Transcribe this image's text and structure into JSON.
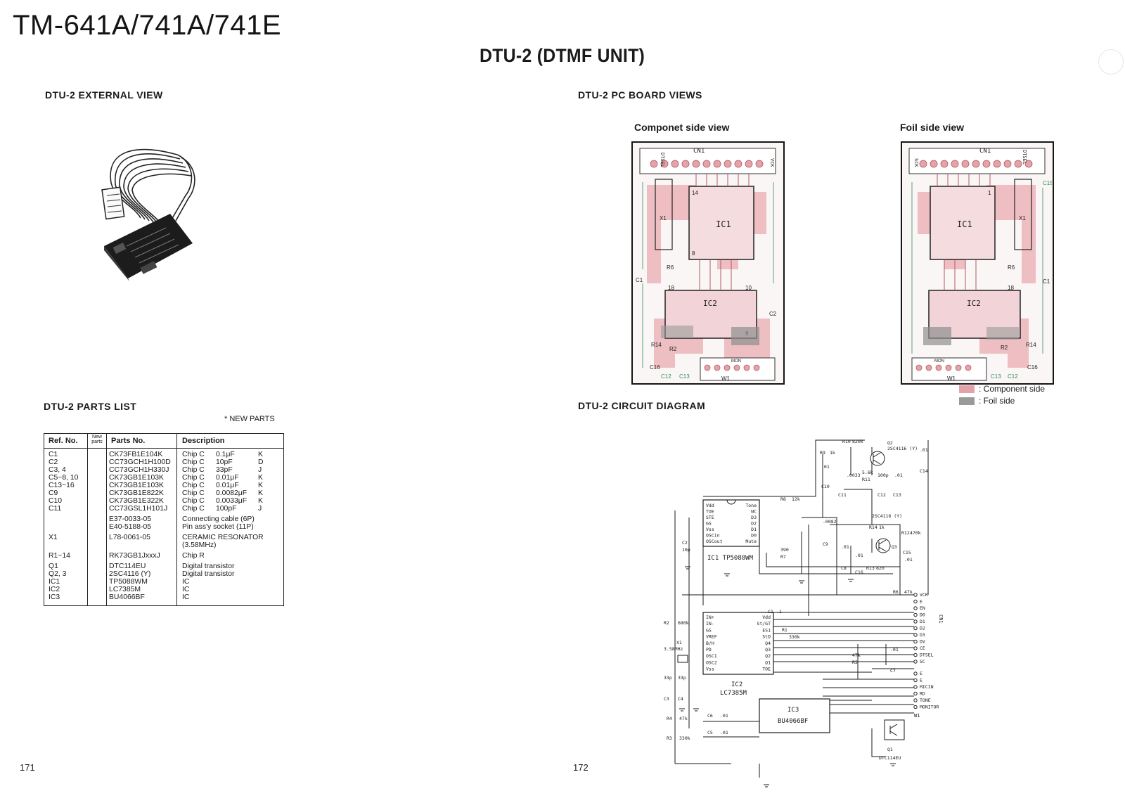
{
  "header": {
    "model": "TM-641A/741A/741E",
    "unit_title": "DTU-2 (DTMF UNIT)"
  },
  "left_page": {
    "external_view_title": "DTU-2 EXTERNAL VIEW",
    "parts_list_title": "DTU-2 PARTS LIST",
    "new_parts_note": "* NEW PARTS",
    "page_number": "171",
    "table": {
      "headers": [
        "Ref. No.",
        "New parts",
        "Parts No.",
        "Description"
      ],
      "rows": [
        {
          "ref": "C1",
          "part": "CK73FB1E104K",
          "desc": "Chip C",
          "val": "0.1μF",
          "tol": "K"
        },
        {
          "ref": "C2",
          "part": "CC73GCH1H100D",
          "desc": "Chip C",
          "val": "10pF",
          "tol": "D"
        },
        {
          "ref": "C3, 4",
          "part": "CC73GCH1H330J",
          "desc": "Chip C",
          "val": "33pF",
          "tol": "J"
        },
        {
          "ref": "C5~8, 10",
          "part": "CK73GB1E103K",
          "desc": "Chip C",
          "val": "0.01μF",
          "tol": "K"
        },
        {
          "ref": "C13~16",
          "part": "CK73GB1E103K",
          "desc": "Chip C",
          "val": "0.01μF",
          "tol": "K"
        },
        {
          "ref": "C9",
          "part": "CK73GB1E822K",
          "desc": "Chip C",
          "val": "0.0082μF",
          "tol": "K"
        },
        {
          "ref": "C10",
          "part": "CK73GB1E322K",
          "desc": "Chip C",
          "val": "0.0033μF",
          "tol": "K"
        },
        {
          "ref": "C11",
          "part": "CC73GSL1H101J",
          "desc": "Chip C",
          "val": "100pF",
          "tol": "J"
        },
        {
          "ref": "",
          "part": "E37-0033-05",
          "desc": "Connecting cable (6P)",
          "val": "",
          "tol": ""
        },
        {
          "ref": "",
          "part": "E40-5188-05",
          "desc": "Pin ass'y socket (11P)",
          "val": "",
          "tol": ""
        },
        {
          "ref": "X1",
          "part": "L78-0061-05",
          "desc": "CERAMIC RESONATOR",
          "val": "",
          "tol": ""
        },
        {
          "ref": "",
          "part": "",
          "desc": "(3.58MHz)",
          "val": "",
          "tol": ""
        },
        {
          "ref": "R1~14",
          "part": "RK73GB1JxxxJ",
          "desc": "Chip R",
          "val": "",
          "tol": ""
        },
        {
          "ref": "Q1",
          "part": "DTC114EU",
          "desc": "Digital transistor",
          "val": "",
          "tol": ""
        },
        {
          "ref": "Q2, 3",
          "part": "2SC4116 (Y)",
          "desc": "Digital transistor",
          "val": "",
          "tol": ""
        },
        {
          "ref": "IC1",
          "part": "TP5088WM",
          "desc": "IC",
          "val": "",
          "tol": ""
        },
        {
          "ref": "IC2",
          "part": "LC7385M",
          "desc": "IC",
          "val": "",
          "tol": ""
        },
        {
          "ref": "IC3",
          "part": "BU4066BF",
          "desc": "IC",
          "val": "",
          "tol": ""
        }
      ]
    }
  },
  "right_page": {
    "pc_board_title": "DTU-2 PC BOARD VIEWS",
    "component_side_title": "Componet side view",
    "foil_side_title": "Foil side view",
    "legend": [
      {
        "label": ": Component side",
        "color": "#e2a2a8"
      },
      {
        "label": ": Foil side",
        "color": "#9a9a9a"
      }
    ],
    "circuit_title": "DTU-2 CIRCUIT DIAGRAM",
    "page_number": "172",
    "board_labels": {
      "cn1": "CN1",
      "ic1": "IC1",
      "ic2": "IC2",
      "w1": "W1",
      "dtsel": "DTSEL",
      "vck": "VCK",
      "sck": "SCK",
      "x1": "X1",
      "r6": "R6",
      "r2": "R2",
      "r14": "R14",
      "c1": "C1",
      "c2": "C2",
      "c12": "C12",
      "c13": "C13",
      "c15": "C15",
      "c16": "C16",
      "mon": "MON",
      "pin1": "1",
      "pin18": "18",
      "pin14": "14",
      "pin8": "8",
      "pin10": "10",
      "pin9": "9"
    },
    "schematic": {
      "ic1_label": "IC1 TP5088WM",
      "ic2_label": "IC2",
      "ic2_part": "LC7385M",
      "ic3_label": "IC3",
      "ic3_part": "BU4066BF",
      "q1_label": "Q1",
      "q1_part": "DTC114EU",
      "q2_label": "Q2",
      "q2_part": "2SC4116 (Y)",
      "q3_label": "Q3",
      "q3_part": "2SC4116 (Y)",
      "x1_label": "X1",
      "x1_value": "3.58MHz",
      "ic1_pins_left": [
        "Vdd",
        "TOE",
        "STE",
        "GS",
        "Vss",
        "OSCin",
        "OSCout"
      ],
      "ic1_pins_right": [
        "Tone",
        "NC",
        "D3",
        "D2",
        "D1",
        "D0",
        "Mute"
      ],
      "ic2_pins_left": [
        "IN+",
        "IN-",
        "GS",
        "VREF",
        "B/H",
        "PD",
        "OSC1",
        "OSC2",
        "Vss"
      ],
      "ic2_pins_right": [
        "Vdd",
        "St/GT",
        "ES1",
        "StD",
        "Q4",
        "Q3",
        "Q2",
        "Q1",
        "TOE"
      ],
      "cn1_label": "CN1",
      "cn1_pins": [
        "VCK",
        "E",
        "EN",
        "D0",
        "D1",
        "D2",
        "D3",
        "DV",
        "CE",
        "DTSEL",
        "SC"
      ],
      "w1_label": "W1",
      "w1_pins": [
        "E",
        "E",
        "MICIN",
        "RD",
        "TONE",
        "MONITOR"
      ],
      "components": {
        "r1": "R1",
        "r1v": "330k",
        "r2": "R2",
        "r2v": "680k",
        "r3": "R3",
        "r3v": "330k",
        "r4": "R4",
        "r4v": "47k",
        "r5": "R5",
        "r5v": "47k",
        "r6": "R6",
        "r6v": "47k",
        "r7": "R7",
        "r7v": "390",
        "r8": "R8",
        "r8v": "12k",
        "r9": "R9",
        "r9v": "1k",
        "r10": "R10",
        "r10v": "820k",
        "r11": "R11",
        "r11v": "5.6k",
        "r12": "R12",
        "r12v": "470k",
        "r13": "R13",
        "r13v": "820",
        "r14": "R14",
        "r14v": "1k",
        "c1": "C1",
        "c1v": ".1",
        "c2": "C2",
        "c2v": "10p",
        "c3": "C3",
        "c3v": "33p",
        "c4": "C4",
        "c4v": "33p",
        "c5": "C5",
        "c5v": ".01",
        "c6": "C6",
        "c6v": ".01",
        "c7": "C7",
        "c7v": ".01",
        "c8": "C8",
        "c8v": ".01",
        "c9": "C9",
        "c9v": ".0082",
        "c10": "C10",
        "c10v": ".01",
        "c11": "C11",
        "c11v": ".0033",
        "c12": "C12",
        "c12v": "100p",
        "c13": "C13",
        "c13v": ".01",
        "c14": "C14",
        "c14v": ".01",
        "c15": "C15",
        "c15v": ".01",
        "c16": "C16",
        "c16v": ".01"
      }
    }
  }
}
